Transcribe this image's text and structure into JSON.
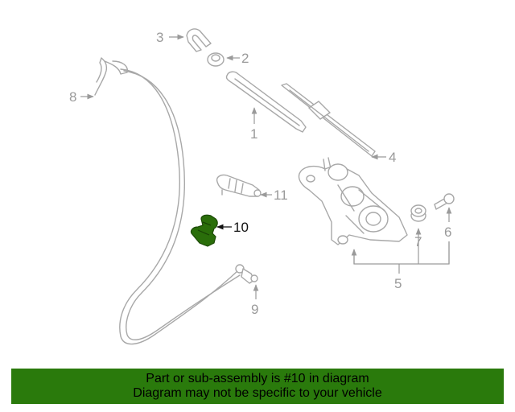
{
  "callouts": {
    "c1": "1",
    "c2": "2",
    "c3": "3",
    "c4": "4",
    "c5": "5",
    "c6": "6",
    "c7": "7",
    "c8": "8",
    "c9": "9",
    "c10": "10",
    "c11": "11"
  },
  "highlight": {
    "part": "10",
    "color": "#2a6e0a"
  },
  "banner": {
    "line1": "Part or sub-assembly is #10 in diagram",
    "line2": "Diagram may not be specific to your vehicle",
    "background": "#2a7a0c"
  }
}
